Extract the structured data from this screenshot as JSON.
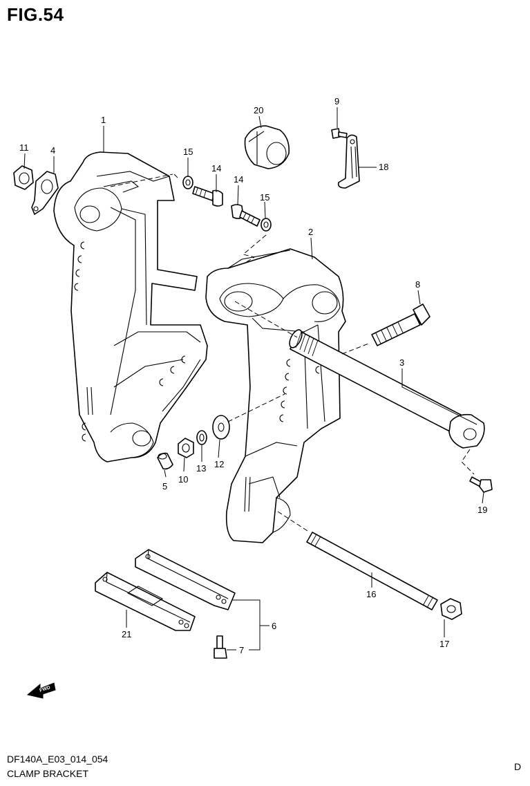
{
  "figure": {
    "title": "FIG.54",
    "code": "DF140A_E03_014_054",
    "name": "CLAMP BRACKET",
    "corner": "D",
    "fwd_label": "FWD"
  },
  "callouts": [
    {
      "id": "1",
      "label": "1"
    },
    {
      "id": "2",
      "label": "2"
    },
    {
      "id": "3",
      "label": "3"
    },
    {
      "id": "4",
      "label": "4"
    },
    {
      "id": "5",
      "label": "5"
    },
    {
      "id": "6",
      "label": "6"
    },
    {
      "id": "7",
      "label": "7"
    },
    {
      "id": "8",
      "label": "8"
    },
    {
      "id": "9",
      "label": "9"
    },
    {
      "id": "10",
      "label": "10"
    },
    {
      "id": "11",
      "label": "11"
    },
    {
      "id": "12",
      "label": "12"
    },
    {
      "id": "13",
      "label": "13"
    },
    {
      "id": "14a",
      "label": "14"
    },
    {
      "id": "14b",
      "label": "14"
    },
    {
      "id": "15a",
      "label": "15"
    },
    {
      "id": "15b",
      "label": "15"
    },
    {
      "id": "16",
      "label": "16"
    },
    {
      "id": "17",
      "label": "17"
    },
    {
      "id": "18",
      "label": "18"
    },
    {
      "id": "19",
      "label": "19"
    },
    {
      "id": "20",
      "label": "20"
    },
    {
      "id": "21",
      "label": "21"
    }
  ]
}
